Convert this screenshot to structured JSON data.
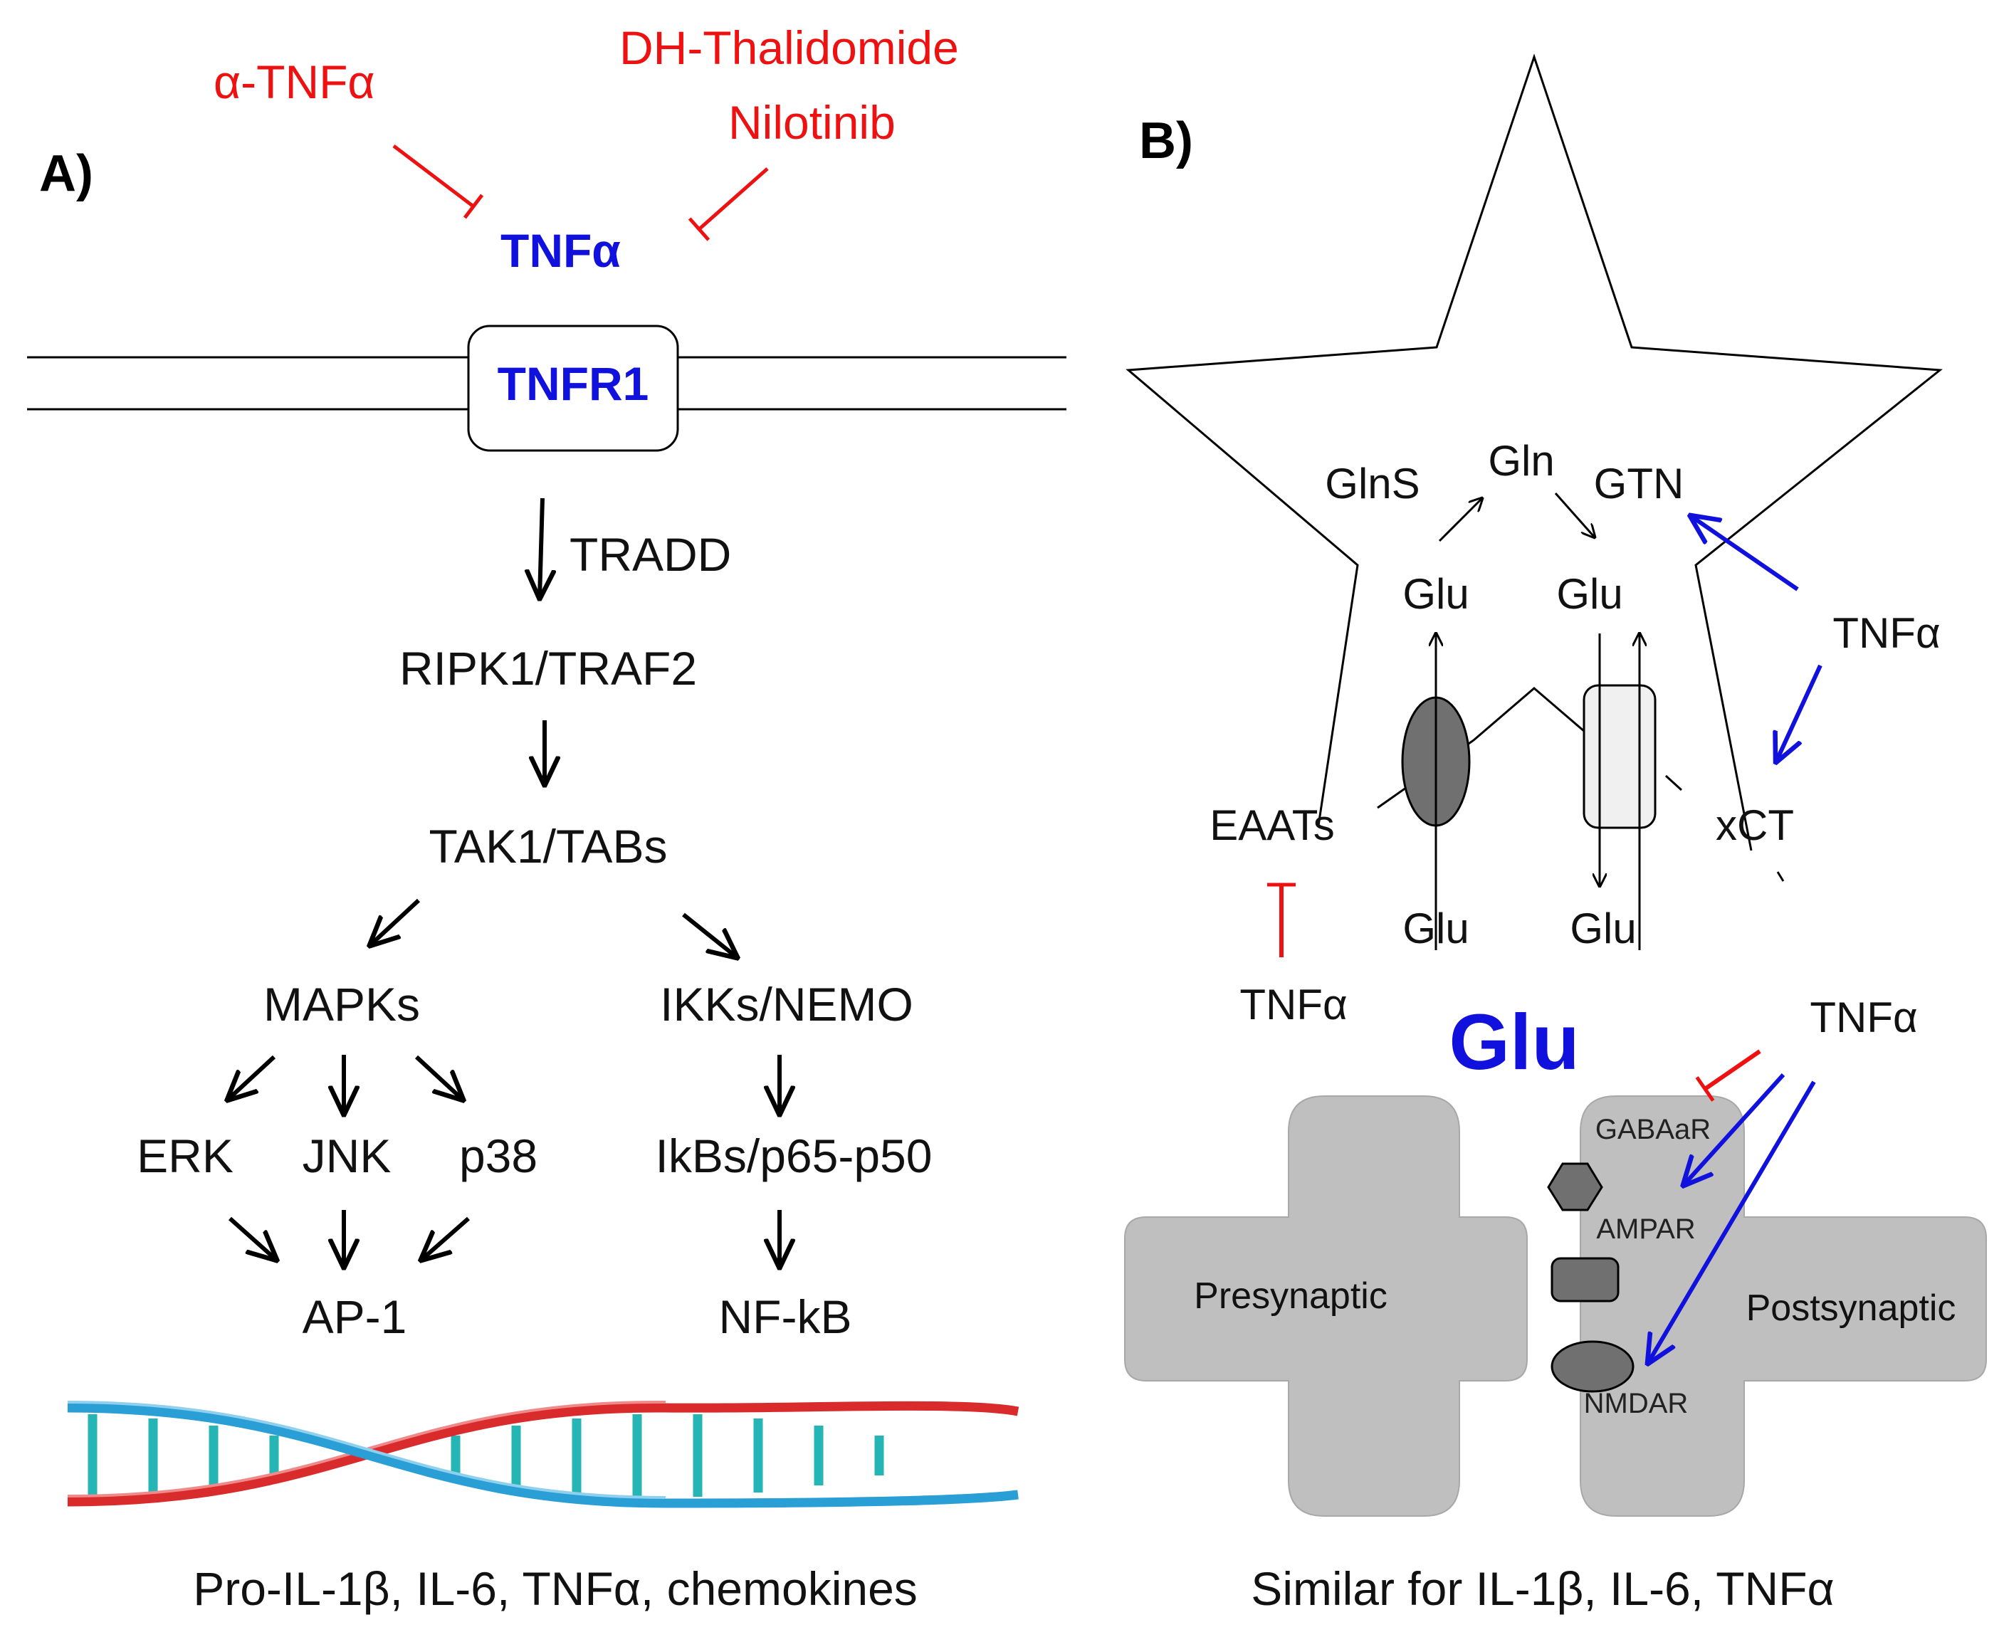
{
  "colors": {
    "inhibit": "#ee1111",
    "tnf": "#1111dd",
    "membrane": "#000000",
    "synapse": "#bfbfbf",
    "dna_red": "#d92b2b",
    "dna_blue": "#2a9fd6",
    "dna_rung": "#26b5b5"
  },
  "panel_a": {
    "label": "A)",
    "inhibitors": {
      "left": "α-TNFα",
      "right_line1": "DH-Thalidomide",
      "right_line2": "Nilotinib"
    },
    "ligand": "TNFα",
    "receptor": "TNFR1",
    "adaptor": "TRADD",
    "complex1": "RIPK1/TRAF2",
    "complex2": "TAK1/TABs",
    "mapk_branch": {
      "name": "MAPKs",
      "erk": "ERK",
      "jnk": "JNK",
      "p38": "p38",
      "target": "AP-1"
    },
    "nfkb_branch": {
      "name": "IKKs/NEMO",
      "ikb": "IkBs/p65-p50",
      "target": "NF-kB"
    },
    "caption": "Pro-IL-1β, IL-6, TNFα, chemokines"
  },
  "panel_b": {
    "label": "B)",
    "astro": {
      "glns": "GlnS",
      "gln": "Gln",
      "gtn": "GTN",
      "glu_left": "Glu",
      "glu_right": "Glu",
      "eaats": "EAATs",
      "xct": "xCT",
      "glu_out_left": "Glu",
      "glu_out_right": "Glu"
    },
    "tnf_gtn": "TNFα",
    "tnf_eaat": "TNFα",
    "tnf_synapse": "TNFα",
    "glu_big": "Glu",
    "pre": "Presynaptic",
    "post": "Postsynaptic",
    "receptors": {
      "gaba": "GABAaR",
      "ampa": "AMPAR",
      "nmda": "NMDAR"
    },
    "caption": "Similar for IL-1β, IL-6, TNFα"
  }
}
